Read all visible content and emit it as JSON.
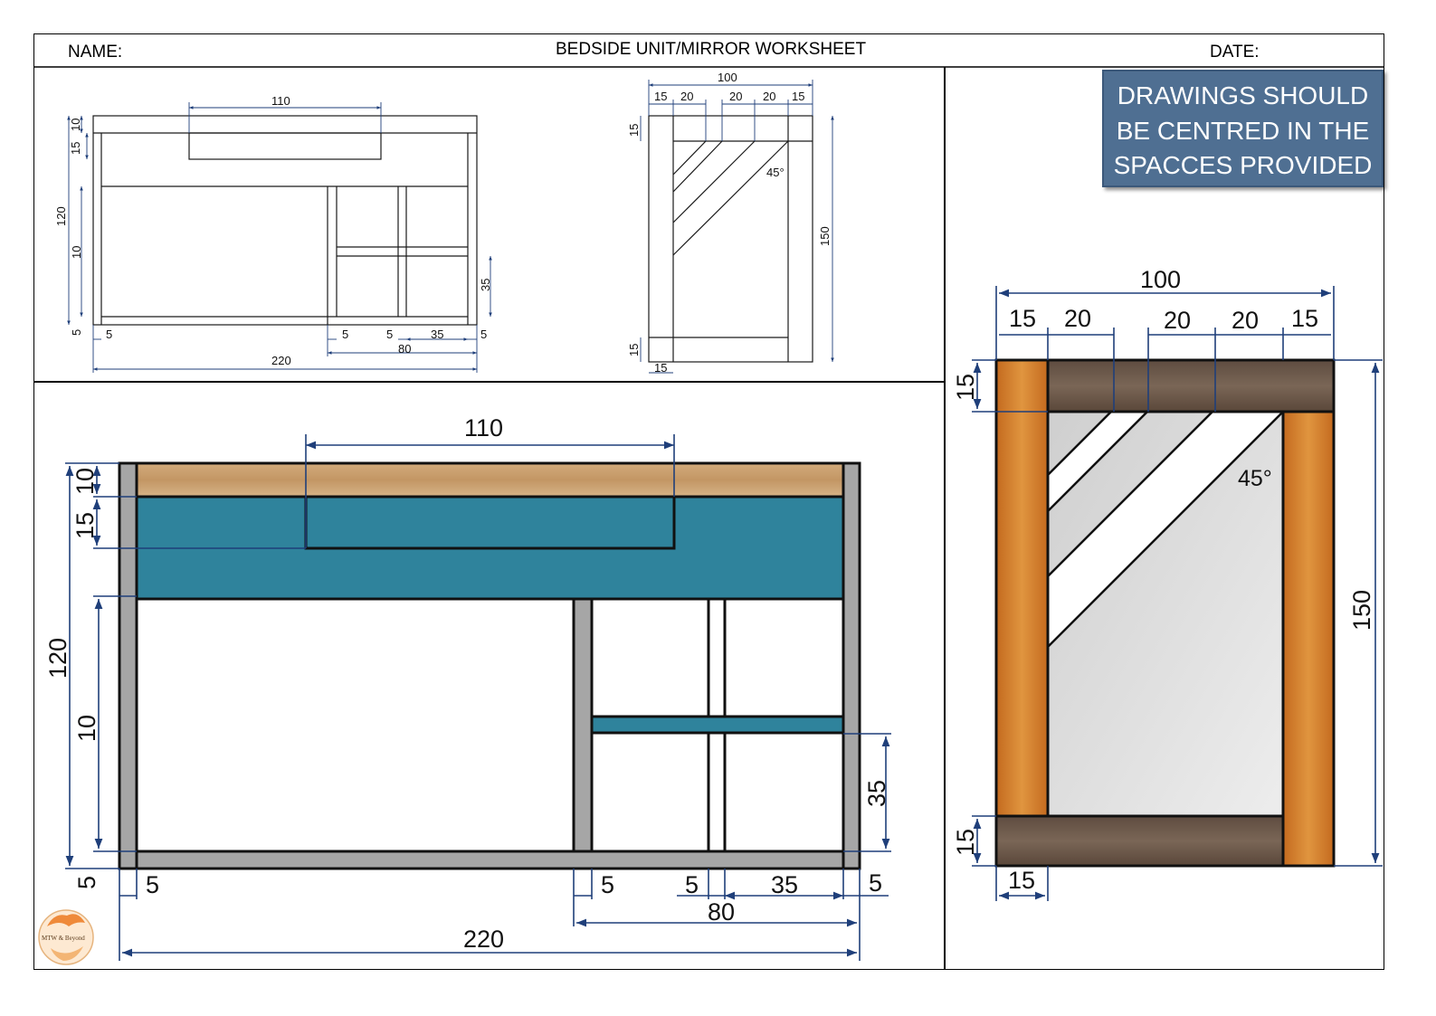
{
  "header": {
    "name_label": "NAME:",
    "title": "BEDSIDE UNIT/MIRROR WORKSHEET",
    "date_label": "DATE:"
  },
  "note": {
    "lines": [
      "DRAWINGS SHOULD",
      "BE CENTRED IN THE",
      "SPACCES PROVIDED"
    ],
    "color": "#4f6f92"
  },
  "unit": {
    "top_length": "110",
    "top_thickness": "10",
    "drawer_depth": "15",
    "overall_height": "120",
    "leg_section": "10",
    "base_thickness": "5",
    "side_thickness": "5",
    "shelf_height": "35",
    "divider_a": "5",
    "divider_b": "5",
    "compartment_width": "35",
    "end_thickness": "5",
    "cabinet_width": "80",
    "overall_width": "220"
  },
  "mirror": {
    "overall_width": "100",
    "segments": [
      "15",
      "20",
      "20",
      "20",
      "15"
    ],
    "rail_top": "15",
    "rail_bottom": "15",
    "stile_width": "15",
    "overall_height": "150",
    "angle": "45°"
  },
  "logo": {
    "text": "MTW & Beyond"
  },
  "colors": {
    "dimension_line": "#1f3f7a",
    "drawer_teal": "#2f839c",
    "frame_grey": "#a6a6a6",
    "oak_top": "#c9a172",
    "walnut_rail": "#6e5a4c",
    "orange_stile": "#d07a28",
    "glass": "#d9d9d9"
  }
}
